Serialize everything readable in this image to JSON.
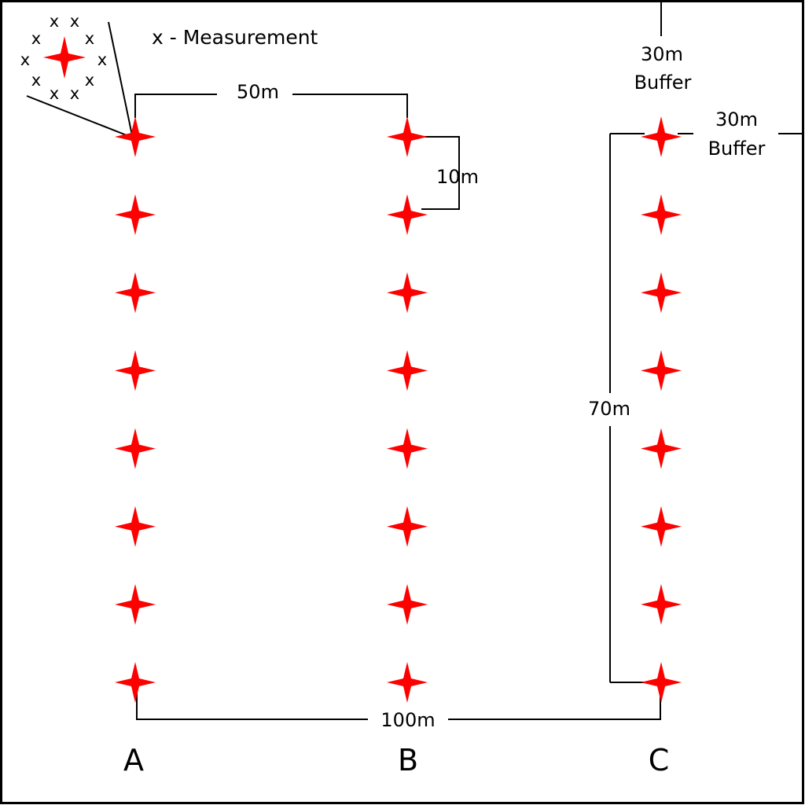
{
  "colors": {
    "star": "#ff0000",
    "line": "#000000",
    "background": "#ffffff"
  },
  "icons": {
    "sample_point": "red-four-point-star-icon",
    "measurement": "x-mark-icon"
  },
  "legend": {
    "marker": "x",
    "text": "x - Measurement"
  },
  "dimensions": {
    "spacing_between_transects": "50m",
    "spacing_between_points": "10m",
    "transect_length": "70m",
    "total_width": "100m",
    "top_buffer_value": "30m",
    "top_buffer_word": "Buffer",
    "side_buffer_value": "30m",
    "side_buffer_word": "Buffer"
  },
  "transects": [
    {
      "label": "A",
      "points": 8
    },
    {
      "label": "B",
      "points": 8
    },
    {
      "label": "C",
      "points": 8
    }
  ]
}
